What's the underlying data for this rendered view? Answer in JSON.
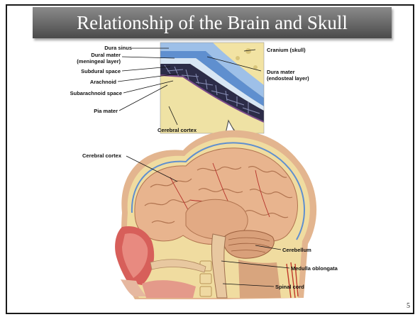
{
  "slide": {
    "title": "Relationship of the Brain and Skull",
    "page_number": "5"
  },
  "inset_labels_left": {
    "dura_sinus": "Dura sinus",
    "dural_mater_1": "Dural mater",
    "dural_mater_2": "(meningeal layer)",
    "subdural_space": "Subdural space",
    "arachnoid": "Arachnoid",
    "subarachnoid_space": "Subarachnoid space",
    "pia_mater": "Pia mater"
  },
  "inset_labels_right": {
    "cranium": "Cranium (skull)",
    "dura_mater_1": "Dura mater",
    "dura_mater_2": "(endosteal layer)"
  },
  "inset_bottom_label": "Cerebral cortex",
  "head_labels": {
    "cerebral_cortex": "Cerebral cortex",
    "cerebellum": "Cerebellum",
    "medulla_oblongata": "Medulla oblongata",
    "spinal_cord": "Spinal cord"
  },
  "colors": {
    "brain": "#e8b48e",
    "brain_shadow": "#c98a64",
    "vessel": "#b5312a",
    "skin": "#e8bfa6",
    "bone": "#f0dca0",
    "dura_blue": "#5f8fcf"
  }
}
